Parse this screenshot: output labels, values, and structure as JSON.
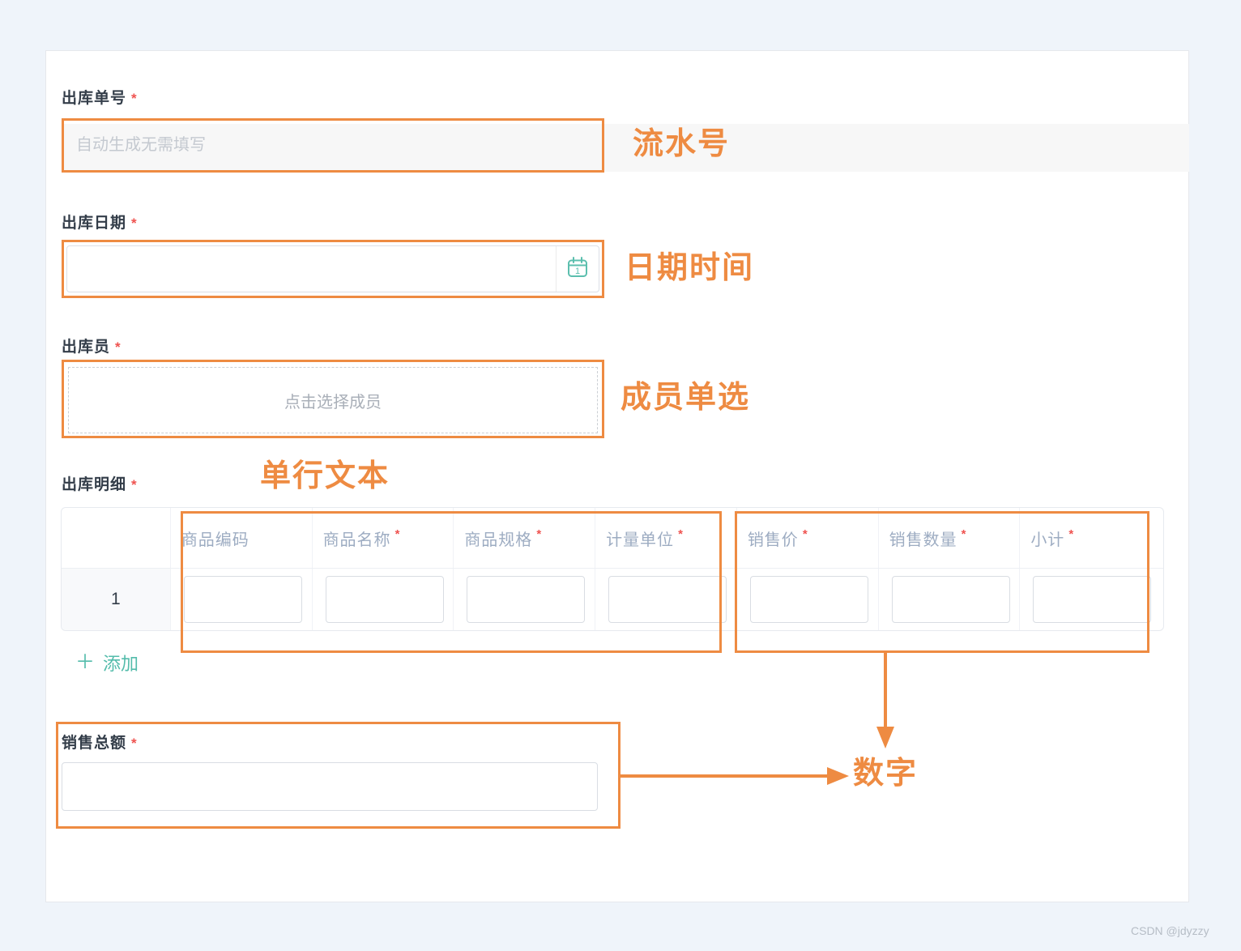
{
  "watermark": "CSDN @jdyzzy",
  "colors": {
    "accent": "#ee8b42",
    "teal": "#5cbfae"
  },
  "fields": {
    "order_no": {
      "label": "出库单号",
      "req": "*",
      "placeholder": "自动生成无需填写"
    },
    "date": {
      "label": "出库日期",
      "req": "*"
    },
    "operator": {
      "label": "出库员",
      "req": "*",
      "placeholder": "点击选择成员"
    },
    "detail": {
      "label": "出库明细",
      "req": "*"
    },
    "total": {
      "label": "销售总额",
      "req": "*"
    }
  },
  "table": {
    "row_number": "1",
    "plus_icon": "＋",
    "add_label": "添加",
    "columns": [
      {
        "label": "商品编码",
        "req": ""
      },
      {
        "label": "商品名称",
        "req": "*"
      },
      {
        "label": "商品规格",
        "req": "*"
      },
      {
        "label": "计量单位",
        "req": "*"
      },
      {
        "label": "销售价",
        "req": "*"
      },
      {
        "label": "销售数量",
        "req": "*"
      },
      {
        "label": "小计",
        "req": "*"
      }
    ]
  },
  "annotations": {
    "serial_number": "流水号",
    "datetime": "日期时间",
    "member_single_select": "成员单选",
    "single_line_text": "单行文本",
    "number": "数字"
  }
}
